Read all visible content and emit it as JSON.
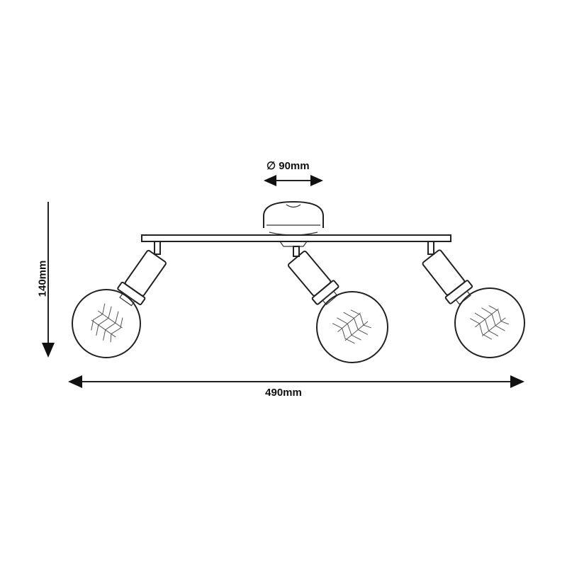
{
  "dimensions": {
    "diameter": {
      "symbol": "∅",
      "value": "90mm"
    },
    "width": "490mm",
    "height": "140mm"
  },
  "colors": {
    "line": "#222222",
    "background": "#ffffff"
  }
}
